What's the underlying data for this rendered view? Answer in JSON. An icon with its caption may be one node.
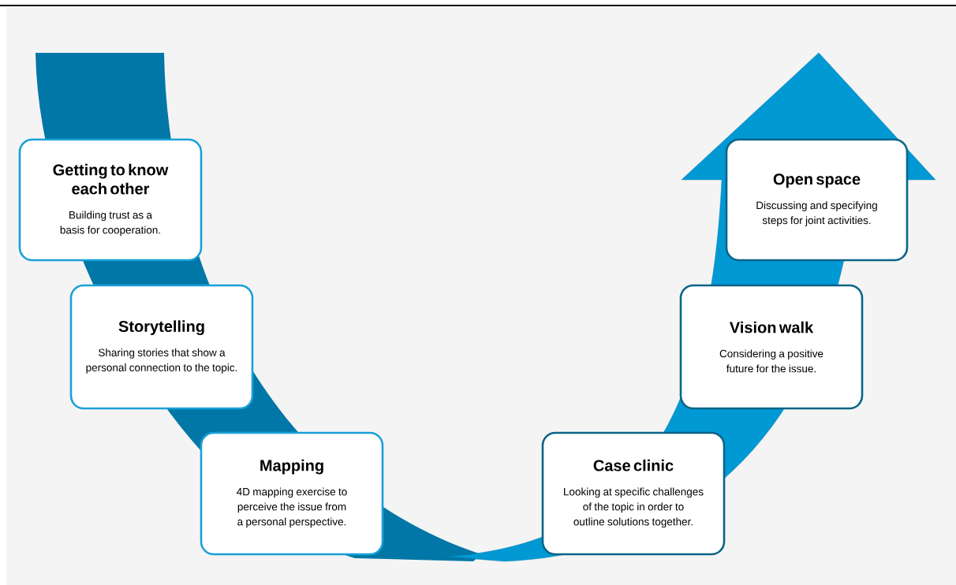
{
  "diagram": {
    "nodes": [
      {
        "text": [
          "Getting to know each other",
          "Building trust as a basis for cooperation."
        ]
      },
      {
        "text": [
          "Storytelling",
          "Sharing stories that show a personal connection to the topic."
        ]
      },
      {
        "text": [
          "Mapping",
          "4D mapping exercise to perceive the issue from a personal perspective."
        ]
      },
      {
        "text": [
          "Case clinic",
          "Looking at specific challenges of the topic in order to outline solutions together."
        ]
      },
      {
        "text": [
          "Vision walk",
          "Considering a positive future for the issue."
        ]
      },
      {
        "text": [
          "Open space",
          "Discussing and specifying steps for joint activities."
        ]
      }
    ]
  }
}
